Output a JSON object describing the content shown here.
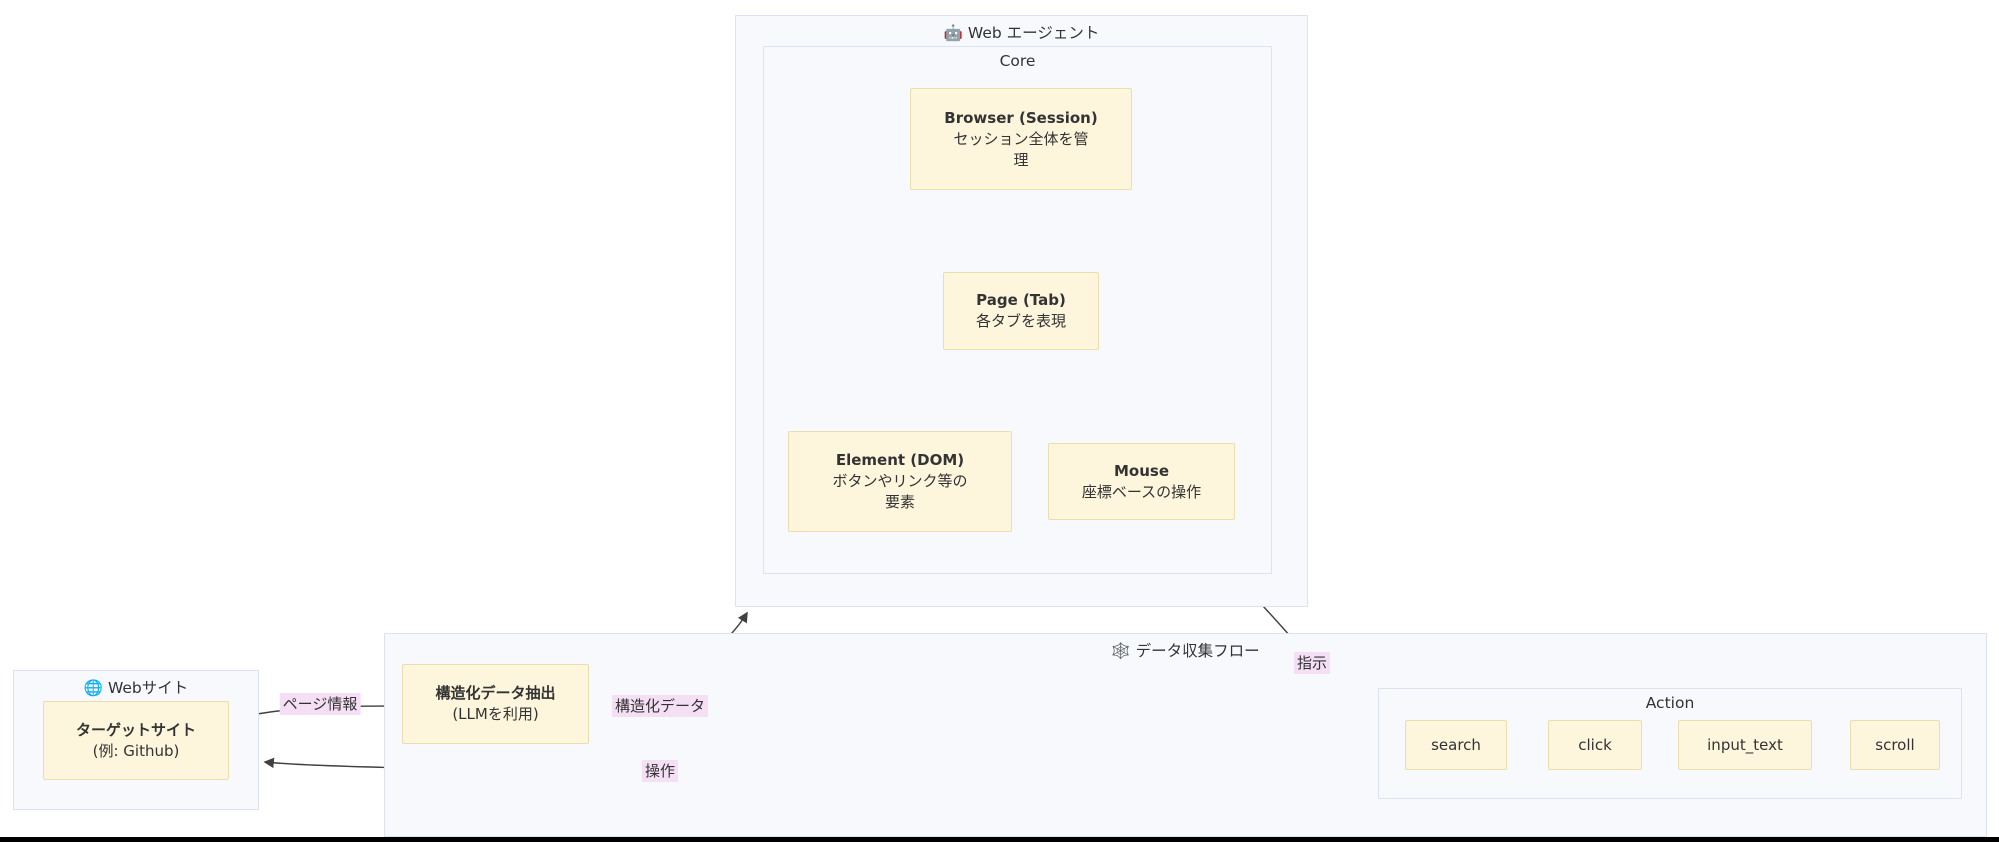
{
  "diagram": {
    "agent": {
      "icon": "🤖",
      "title": "Web エージェント"
    },
    "core": {
      "title": "Core"
    },
    "website": {
      "icon": "🌐",
      "title": "Webサイト"
    },
    "dataflow": {
      "icon": "🕸️",
      "title": "データ収集フロー"
    },
    "action": {
      "title": "Action",
      "items": [
        "search",
        "click",
        "input_text",
        "scroll"
      ]
    },
    "nodes": {
      "browser": {
        "title": "Browser (Session)",
        "desc": "セッション全体を管理"
      },
      "page": {
        "title": "Page (Tab)",
        "desc": "各タブを表現"
      },
      "element": {
        "title": "Element (DOM)",
        "desc": "ボタンやリンク等の要素"
      },
      "mouse": {
        "title": "Mouse",
        "desc": "座標ベースの操作"
      },
      "extract": {
        "title": "構造化データ抽出",
        "desc": "(LLMを利用)"
      },
      "target": {
        "title": "ターゲットサイト",
        "desc": "(例: Github)"
      }
    },
    "edge_labels": {
      "page_info": "ページ情報",
      "structured_data": "構造化データ",
      "instruction": "指示",
      "operation": "操作"
    },
    "colors": {
      "node_fill": "#fdf5dc",
      "node_border": "#e9deac",
      "container_fill": "#f7f9fd",
      "container_border": "#dbe3f2",
      "edge_label_bg": "#f4dff4",
      "edge": "#404040"
    }
  }
}
